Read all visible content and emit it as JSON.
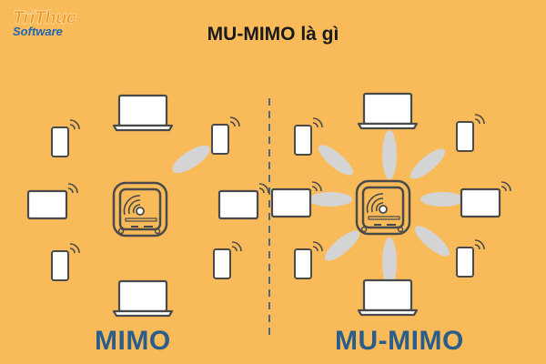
{
  "logo": {
    "line1": "TriThuc",
    "line2": "Software"
  },
  "title": "MU-MIMO là gì",
  "panels": {
    "left_label": "MIMO",
    "right_label": "MU-MIMO"
  },
  "colors": {
    "background": "#f9bb5a",
    "device_outline": "#4a4a4a",
    "device_fill": "#ffffff",
    "signal_beam": "#d4d4d4",
    "label_text": "#2a5d8a",
    "logo_orange": "#f39a1e",
    "logo_blue": "#1e67b5"
  },
  "icons": [
    "router-icon",
    "laptop-icon",
    "phone-icon",
    "wifi-signal-icon",
    "signal-beam"
  ]
}
